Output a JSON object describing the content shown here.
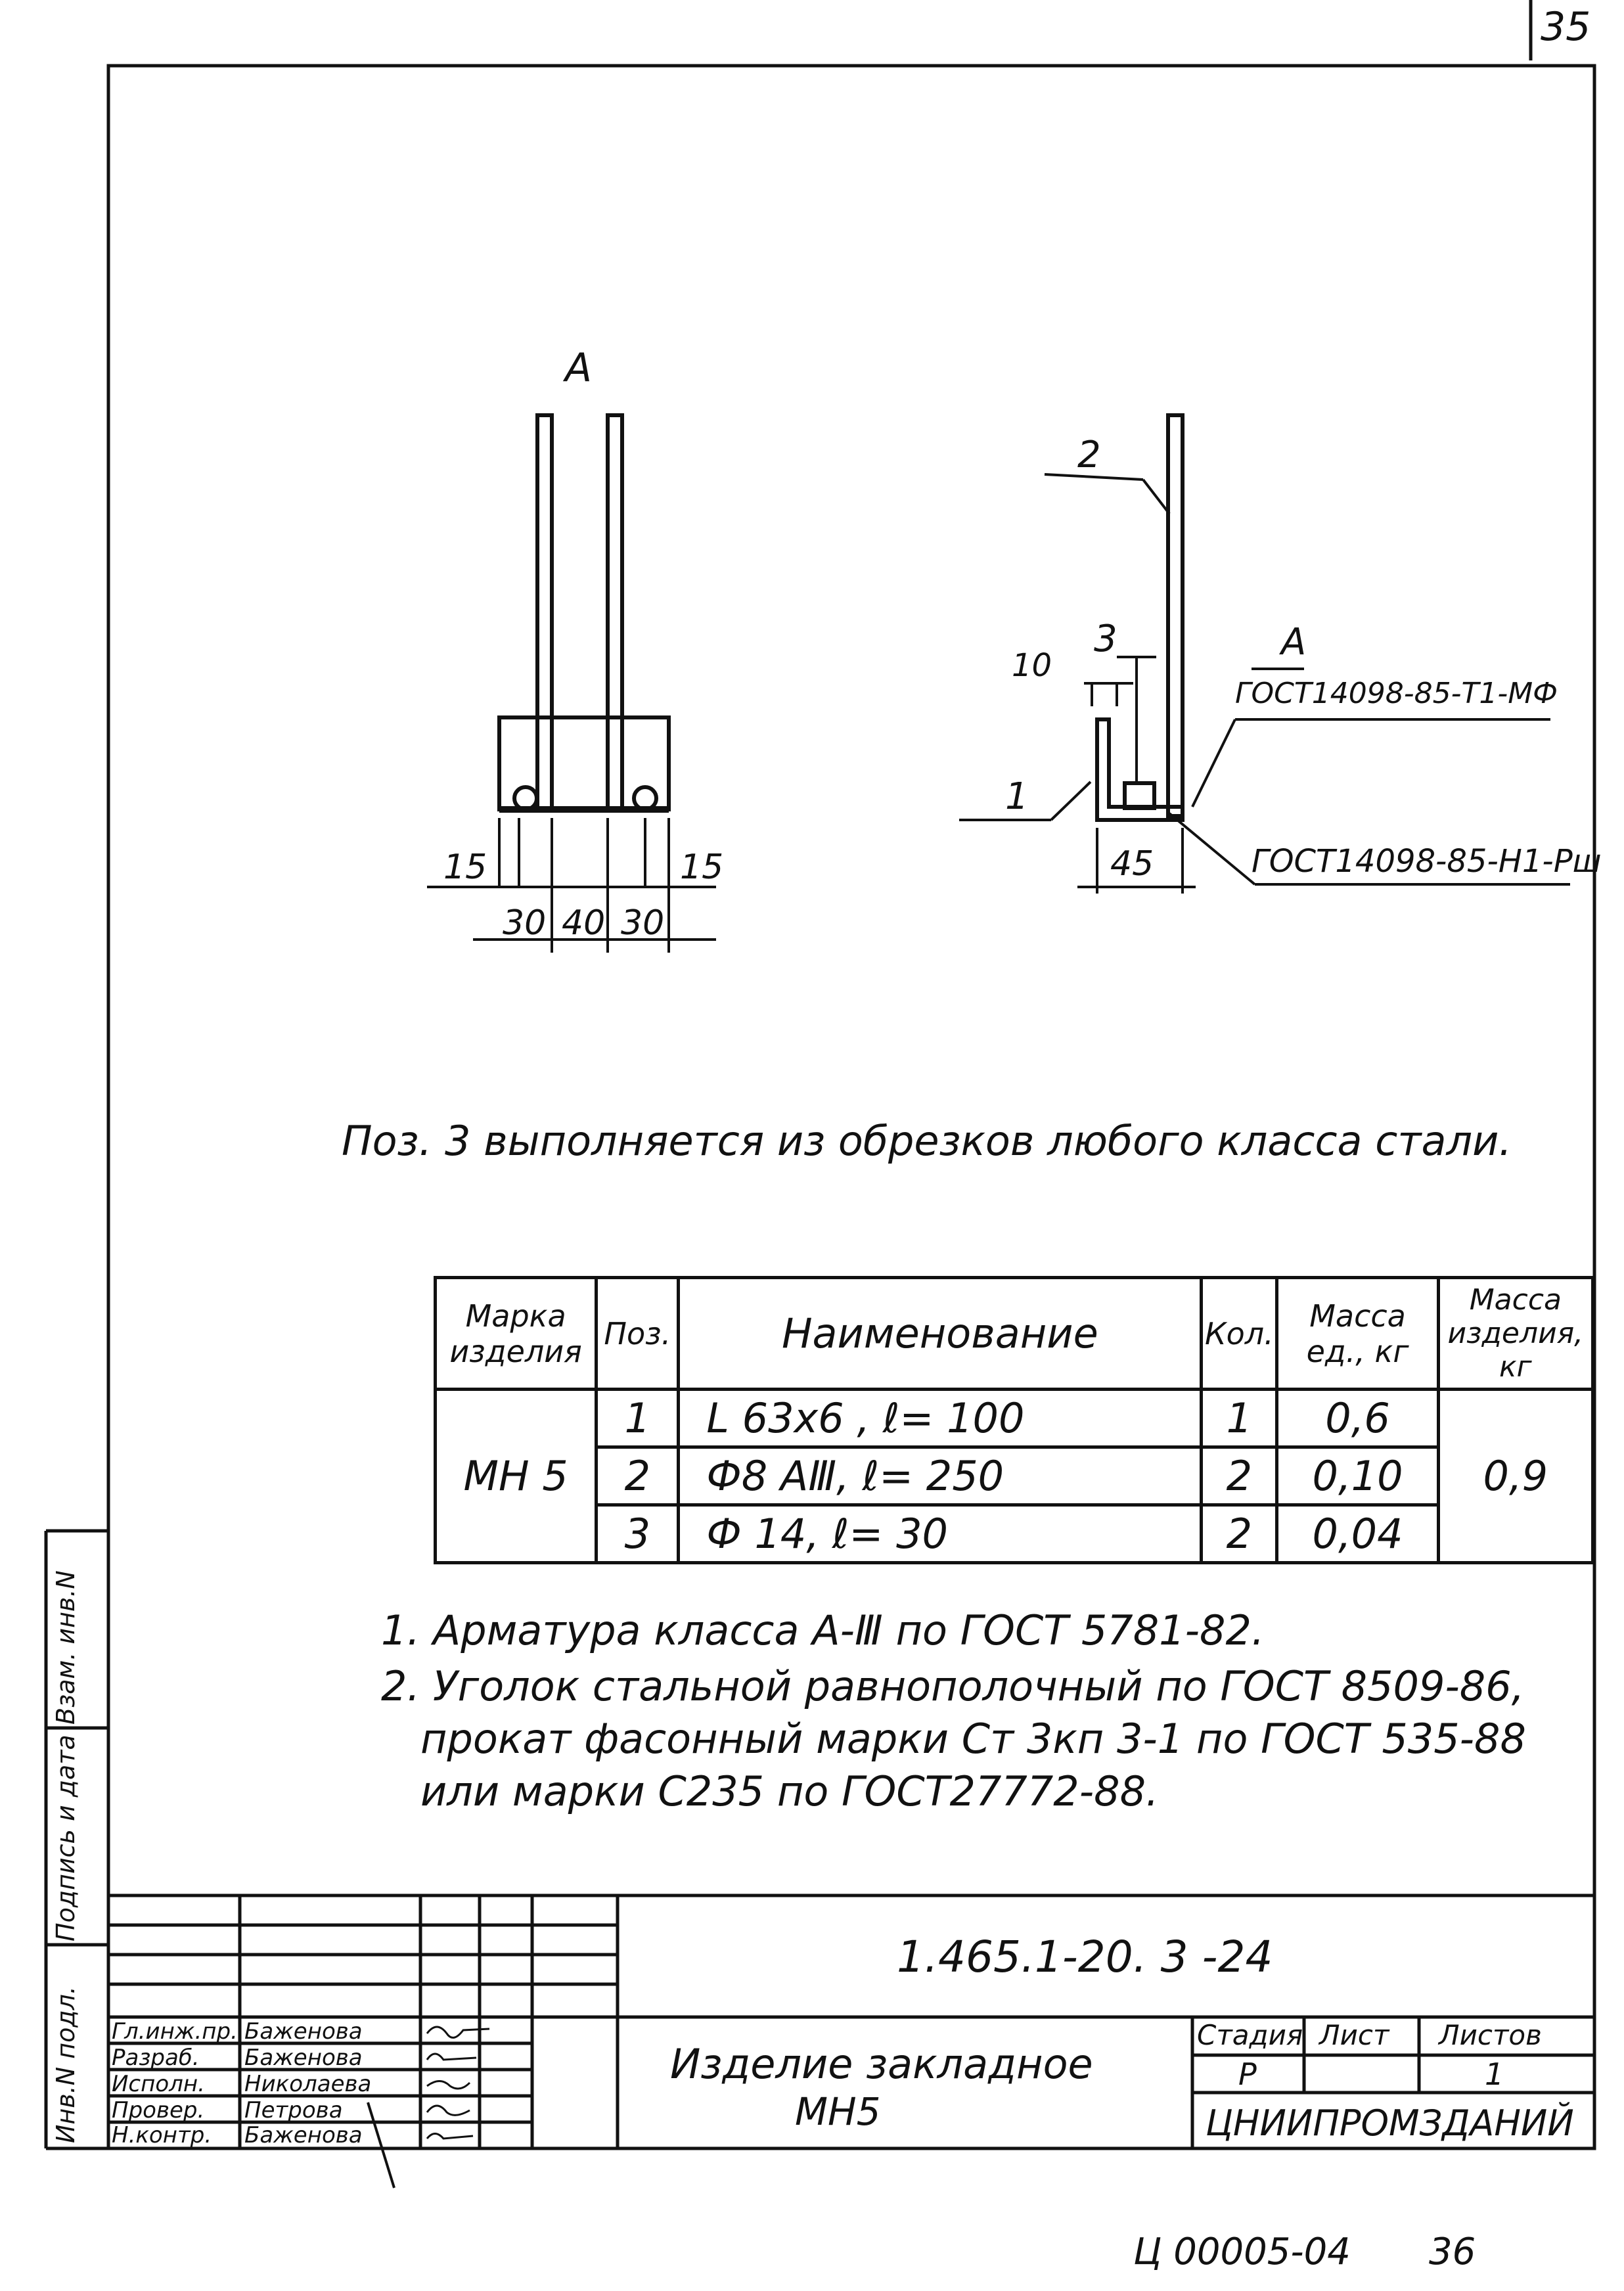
{
  "sheet_number_top": "35",
  "drawing": {
    "view_a_label": "А",
    "left_dims": {
      "d15_left": "15",
      "d15_right": "15",
      "d30_left": "30",
      "d40": "40",
      "d30_right": "30"
    },
    "right_dims": {
      "pos1": "1",
      "pos2": "2",
      "pos3": "3",
      "d10": "10",
      "d45": "45",
      "weld_top_label": "А",
      "weld_top": "ГОСТ14098-85-Т1-МФ",
      "weld_bottom": "ГОСТ14098-85-Н1-Рш"
    }
  },
  "pos3_note": "Поз. 3 выполняется   из обрезков любого класса стали.",
  "spec_table": {
    "headers": {
      "mark": "Марка изделия",
      "pos": "Поз.",
      "name": "Наименование",
      "qty": "Кол.",
      "mass_unit": "Масса ед., кг",
      "mass_item": "Масса изделия, кг"
    },
    "mark": "МН 5",
    "mass_item": "0,9",
    "rows": [
      {
        "pos": "1",
        "name": "L 63х6 ,       ℓ= 100",
        "qty": "1",
        "mass": "0,6"
      },
      {
        "pos": "2",
        "name": "Ф8 АⅢ,        ℓ= 250",
        "qty": "2",
        "mass": "0,10"
      },
      {
        "pos": "3",
        "name": "Ф 14,  ℓ= 30",
        "qty": "2",
        "mass": "0,04"
      }
    ]
  },
  "notes": [
    "1. Арматура  класса   А-Ⅲ  по  ГОСТ 5781-82.",
    "2. Уголок  стальной  равнополочный  по  ГОСТ 8509-86,",
    "прокат  фасонный  марки  Ст 3кп 3-1  по ГОСТ 535-88",
    "или  марки    С235  по  ГОСТ27772-88."
  ],
  "title_block": {
    "doc_code": "1.465.1-20. 3 -24",
    "title_line1": "Изделие  закладное",
    "title_line2": "МН5",
    "stage_label": "Стадия",
    "sheet_label": "Лист",
    "sheets_label": "Листов",
    "stage": "Р",
    "sheets": "1",
    "org": "ЦНИИПРОМЗДАНИЙ",
    "people": [
      {
        "role": "Гл.инж.пр.",
        "name": "Баженова"
      },
      {
        "role": "Разраб.",
        "name": "Баженова"
      },
      {
        "role": "Исполн.",
        "name": "Николаева"
      },
      {
        "role": "Провер.",
        "name": "Петрова"
      },
      {
        "role": "Н.контр.",
        "name": "Баженова"
      }
    ]
  },
  "side_stamps": {
    "inv_podl": "Инв.N подл.",
    "podpis": "Подпись и дата",
    "vzam": "Взам. инв.N"
  },
  "footer_code": "Ц 00005-04",
  "footer_page": "36"
}
